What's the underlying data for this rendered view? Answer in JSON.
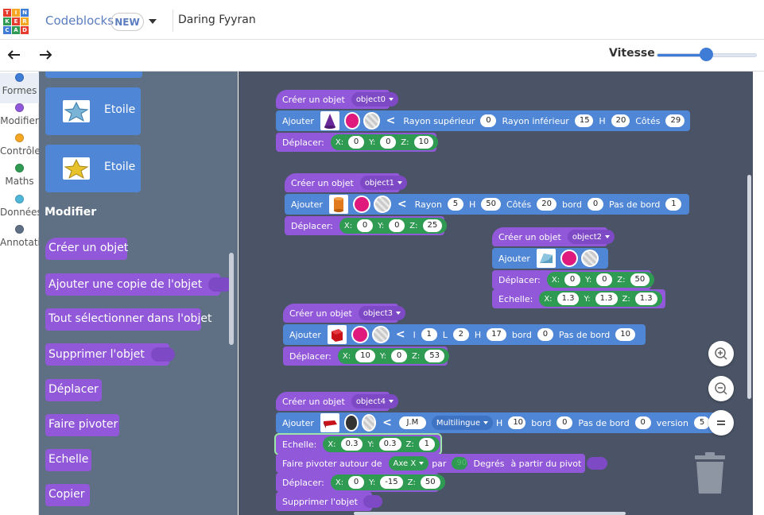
{
  "header": {
    "logo_letters": [
      "TIN",
      "KER",
      "CAD"
    ],
    "app_title": "Codeblocks",
    "badge": "NEW",
    "design_name": "Daring Fyyran"
  },
  "toolbar": {
    "undo_icon": "undo-icon",
    "redo_icon": "redo-icon",
    "speed_label": "Vitesse",
    "speed_value": 0.5
  },
  "categories": [
    {
      "label": "Formes",
      "color": "#3e7cd6"
    },
    {
      "label": "Modifier",
      "color": "#9158d9"
    },
    {
      "label": "Contrôler",
      "color": "#f5a623"
    },
    {
      "label": "Maths",
      "color": "#2e9a52"
    },
    {
      "label": "Données",
      "color": "#4fb6d8"
    },
    {
      "label": "Annotation",
      "color": "#5f6f84"
    }
  ],
  "palette": {
    "shapes": [
      {
        "label": "Etoile"
      },
      {
        "label": "Etoile"
      }
    ],
    "section_title": "Modifier",
    "blocks": [
      "Créer un objet",
      "Ajouter une copie de l'objet",
      "Tout sélectionner dans l'objet",
      "Supprimer l'objet",
      "Déplacer",
      "Faire pivoter",
      "Echelle",
      "Copier"
    ]
  },
  "workspace": {
    "create_label": "Créer un objet",
    "add_label": "Ajouter",
    "move_label": "Déplacer:",
    "scale_label": "Echelle:",
    "x": "X:",
    "y": "Y:",
    "z": "Z:",
    "object0": {
      "name": "object0",
      "params": [
        {
          "label": "Rayon supérieur",
          "value": "0"
        },
        {
          "label": "Rayon inférieur",
          "value": "15"
        },
        {
          "label": "H",
          "value": "20"
        },
        {
          "label": "Côtés",
          "value": "29"
        }
      ],
      "move": [
        "0",
        "0",
        "10"
      ]
    },
    "object1": {
      "name": "object1",
      "params": [
        {
          "label": "Rayon",
          "value": "5"
        },
        {
          "label": "H",
          "value": "50"
        },
        {
          "label": "Côtés",
          "value": "20"
        },
        {
          "label": "bord",
          "value": "0"
        },
        {
          "label": "Pas de bord",
          "value": "1"
        }
      ],
      "move": [
        "0",
        "0",
        "25"
      ]
    },
    "object2": {
      "name": "object2",
      "move": [
        "0",
        "0",
        "50"
      ],
      "scale": [
        "1.3",
        "1.3",
        "1.3"
      ]
    },
    "object3": {
      "name": "object3",
      "params": [
        {
          "label": "l",
          "value": "1"
        },
        {
          "label": "L",
          "value": "2"
        },
        {
          "label": "H",
          "value": "17"
        },
        {
          "label": "bord",
          "value": "0"
        },
        {
          "label": "Pas de bord",
          "value": "10"
        }
      ],
      "move": [
        "10",
        "0",
        "53"
      ]
    },
    "object4": {
      "name": "object4",
      "text": "J.M",
      "font": "Multilingue",
      "params": [
        {
          "label": "H",
          "value": "10"
        },
        {
          "label": "bord",
          "value": "0"
        },
        {
          "label": "Pas de bord",
          "value": "0"
        },
        {
          "label": "version",
          "value": "5"
        }
      ],
      "scale": [
        "0.3",
        "0.3",
        "1"
      ],
      "rotate_label": "Faire pivoter autour de",
      "axis": "Axe X",
      "par": "par",
      "degrees_value": "90",
      "degrees_label": "Degrés",
      "pivot_label": "à partir du pivot",
      "move": [
        "0",
        "-15",
        "50"
      ],
      "delete_label": "Supprimer l'objet"
    },
    "colors": {
      "magenta": "#e0197d",
      "black": "#333333"
    }
  },
  "zoom": {
    "zoom_in_icon": "zoom-in-icon",
    "zoom_out_icon": "zoom-out-icon",
    "fit_icon": "fit-icon",
    "trash_icon": "trash-icon"
  }
}
